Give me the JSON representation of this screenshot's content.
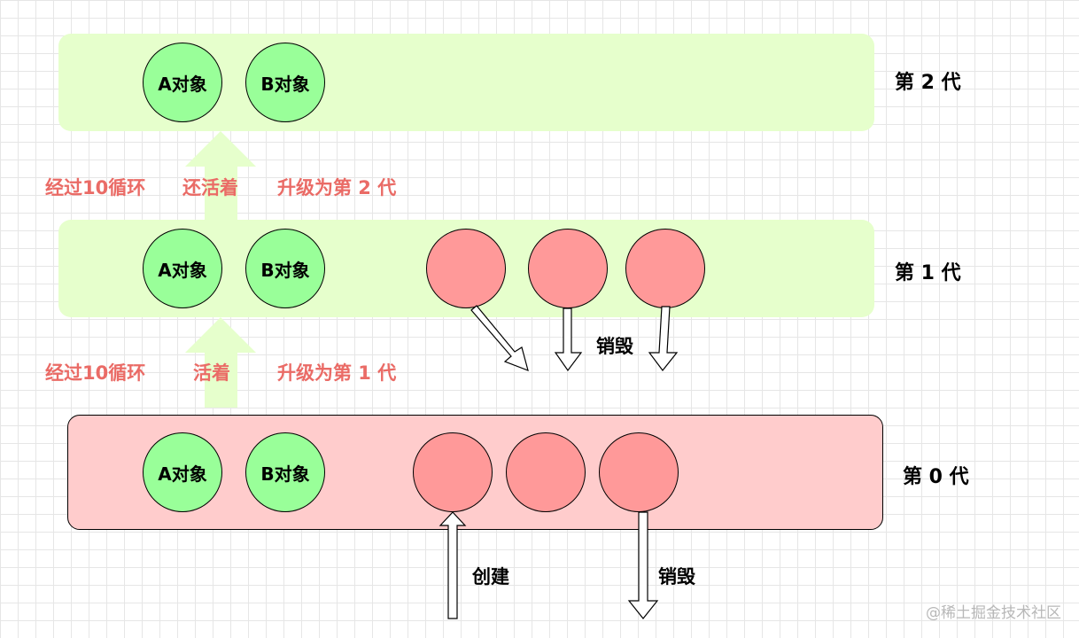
{
  "generations": [
    {
      "label": "第 2 代",
      "objects": [
        "A对象",
        "B对象"
      ]
    },
    {
      "label": "第 1 代",
      "objects": [
        "A对象",
        "B对象"
      ]
    },
    {
      "label": "第 0 代",
      "objects": [
        "A对象",
        "B对象"
      ]
    }
  ],
  "transitions": {
    "gen1_to_gen2": [
      "经过10循环",
      "还活着",
      "升级为第 2 代"
    ],
    "gen0_to_gen1": [
      "经过10循环",
      "活着",
      "升级为第 1 代"
    ]
  },
  "actions": {
    "destroy_gen1": "销毁",
    "create": "创建",
    "destroy_gen0": "销毁"
  },
  "watermark": "@稀土掘金技术社区",
  "colors": {
    "gen_light": "#e6ffcc",
    "gen_zero": "#ffcccc",
    "object_green": "#99ff99",
    "object_red": "#ff9999",
    "arrow_green": "#e6ffcc",
    "text_red": "#ea6b66"
  }
}
